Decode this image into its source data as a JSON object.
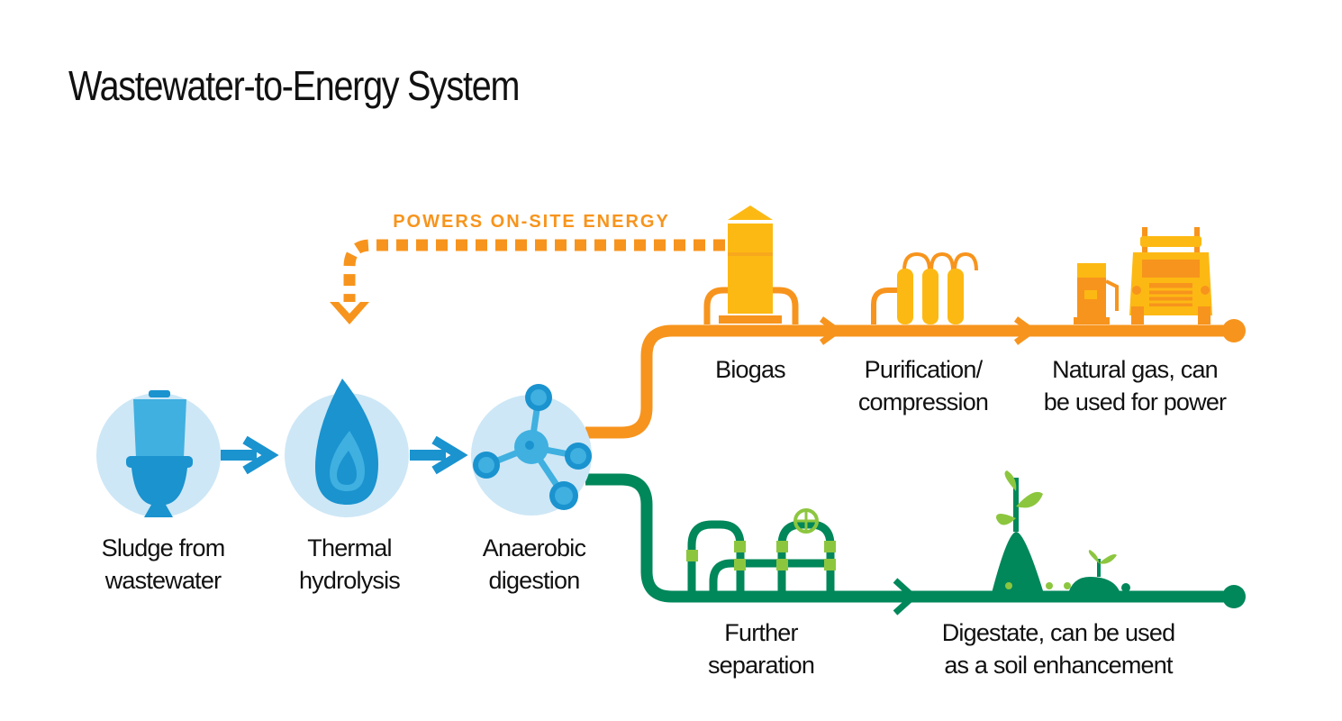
{
  "title": "Wastewater-to-Energy System",
  "powers_label": "POWERS ON-SITE ENERGY",
  "steps": {
    "sludge": {
      "line1": "Sludge from",
      "line2": "wastewater"
    },
    "thermal": {
      "line1": "Thermal",
      "line2": "hydrolysis"
    },
    "anaerobic": {
      "line1": "Anaerobic",
      "line2": "digestion"
    },
    "biogas": {
      "line1": "Biogas"
    },
    "purification": {
      "line1": "Purification/",
      "line2": "compression"
    },
    "natural_gas": {
      "line1": "Natural gas, can",
      "line2": "be used for power"
    },
    "separation": {
      "line1": "Further",
      "line2": "separation"
    },
    "digestate": {
      "line1": "Digestate, can be used",
      "line2": "as a soil enhancement"
    }
  },
  "colors": {
    "blue": "#1a93cf",
    "light_blue_circle": "#cde7f6",
    "orange": "#f7941d",
    "yellow": "#fdb913",
    "green": "#00875a",
    "light_green": "#8cc63f"
  },
  "icons": [
    "toilet-icon",
    "water-drop-icon",
    "molecule-icon",
    "gas-tank-icon",
    "purification-tanks-icon",
    "gas-pump-icon",
    "truck-icon",
    "separation-pipes-icon",
    "plant-mound-icon"
  ]
}
